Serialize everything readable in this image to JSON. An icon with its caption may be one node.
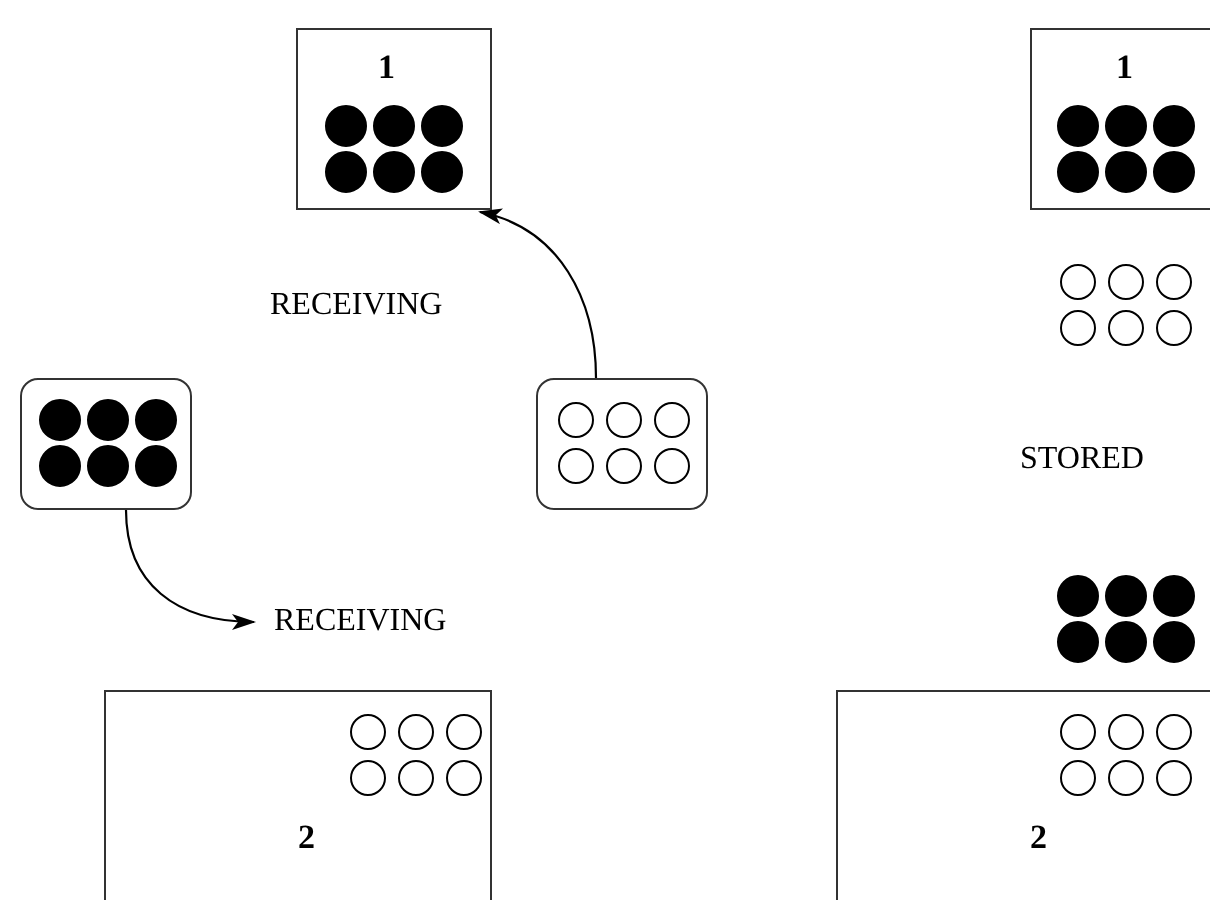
{
  "diagram": {
    "nodes": [
      {
        "text": [
          "1"
        ]
      },
      {
        "text": [],
        "shape": "box"
      },
      {
        "text": [],
        "shape": "box"
      },
      {
        "text": [
          "RECEIVING"
        ]
      },
      {
        "text": [
          "2"
        ]
      },
      {
        "text": [
          "1"
        ]
      },
      {
        "text": [
          "2"
        ]
      }
    ],
    "edges": [
      {
        "from": 2,
        "to": 0,
        "arrow": "to"
      },
      {
        "from": 1,
        "to": 3,
        "arrow": "to"
      }
    ],
    "labels": [
      "RECEIVING",
      "STORED"
    ]
  }
}
